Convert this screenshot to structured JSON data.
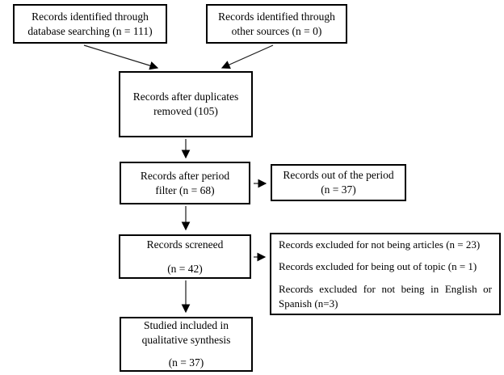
{
  "boxes": {
    "identified_db": {
      "line1": "Records identified through",
      "line2": "database searching (n = 111)"
    },
    "identified_other": {
      "line1": "Records identified through",
      "line2": "other sources (n = 0)"
    },
    "duplicates_removed": {
      "line1": "Records after duplicates",
      "line2": "removed (105)"
    },
    "period_filter": {
      "line1": "Records after period",
      "line2": "filter (n = 68)"
    },
    "out_of_period": {
      "line1": "Records out of the period",
      "line2": "(n = 37)"
    },
    "screened": {
      "line1": "Records screneed",
      "line2": "(n = 42)"
    },
    "excluded": {
      "item1": "Records excluded for not being articles (n = 23)",
      "item2": "Records excluded for being out of topic (n = 1)",
      "item3": "Records excluded for not being in English or Spanish (n=3)"
    },
    "included": {
      "line1": "Studied included in",
      "line2": "qualitative synthesis",
      "line3": "(n = 37)"
    }
  }
}
